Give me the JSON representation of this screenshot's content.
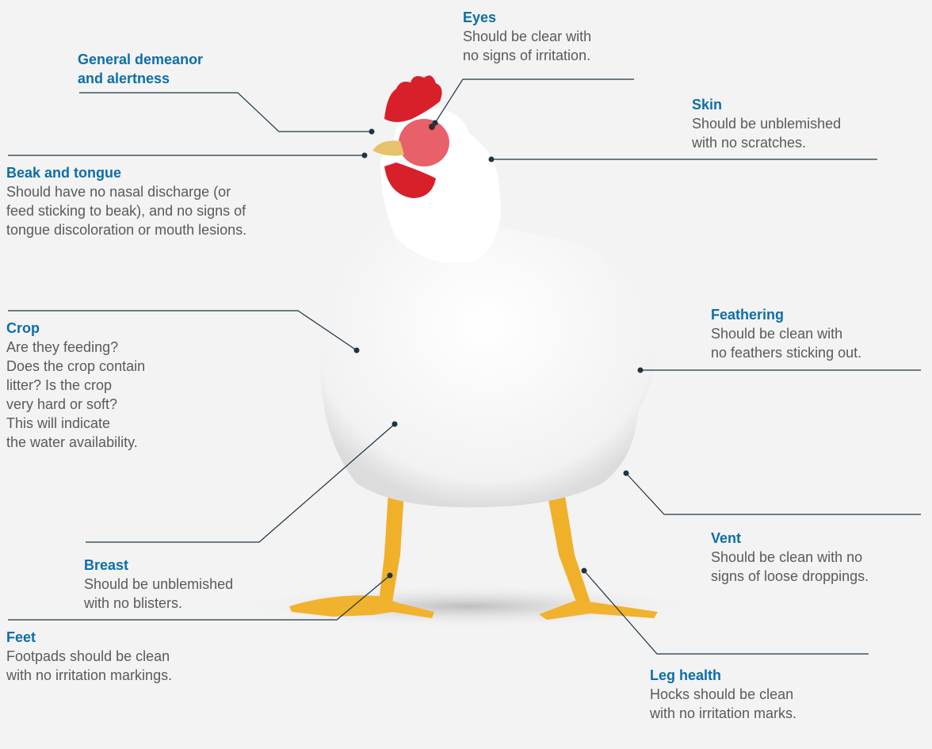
{
  "labels": {
    "eyes": {
      "title": "Eyes",
      "desc": [
        "Should be clear with",
        "no signs of irritation."
      ]
    },
    "demeanor": {
      "title": [
        "General demeanor",
        "and alertness"
      ]
    },
    "skin": {
      "title": "Skin",
      "desc": [
        "Should be unblemished",
        "with no scratches."
      ]
    },
    "beak": {
      "title": "Beak and tongue",
      "desc": [
        "Should have no nasal discharge (or",
        "feed sticking to beak), and no signs of",
        "tongue discoloration or mouth lesions."
      ]
    },
    "crop": {
      "title": "Crop",
      "desc": [
        "Are they feeding?",
        "Does the crop contain",
        "litter? Is the crop",
        "very hard or soft?",
        "This will indicate",
        "the water availability."
      ]
    },
    "feathering": {
      "title": "Feathering",
      "desc": [
        "Should be clean with",
        "no feathers sticking out."
      ]
    },
    "vent": {
      "title": "Vent",
      "desc": [
        "Should be clean with no",
        "signs of loose droppings."
      ]
    },
    "breast": {
      "title": "Breast",
      "desc": [
        "Should be unblemished",
        "with no blisters."
      ]
    },
    "feet": {
      "title": "Feet",
      "desc": [
        "Footpads should be clean",
        "with no irritation markings."
      ]
    },
    "leg": {
      "title": "Leg health",
      "desc": [
        "Hocks should be clean",
        "with no irritation marks."
      ]
    }
  },
  "colors": {
    "title": "#0d6ea8",
    "text": "#5a5a5a",
    "leader": "#1d3442",
    "background": "#f3f3f3",
    "feather": "#ffffff",
    "comb": "#d8202a",
    "legs": "#f0b02a"
  }
}
